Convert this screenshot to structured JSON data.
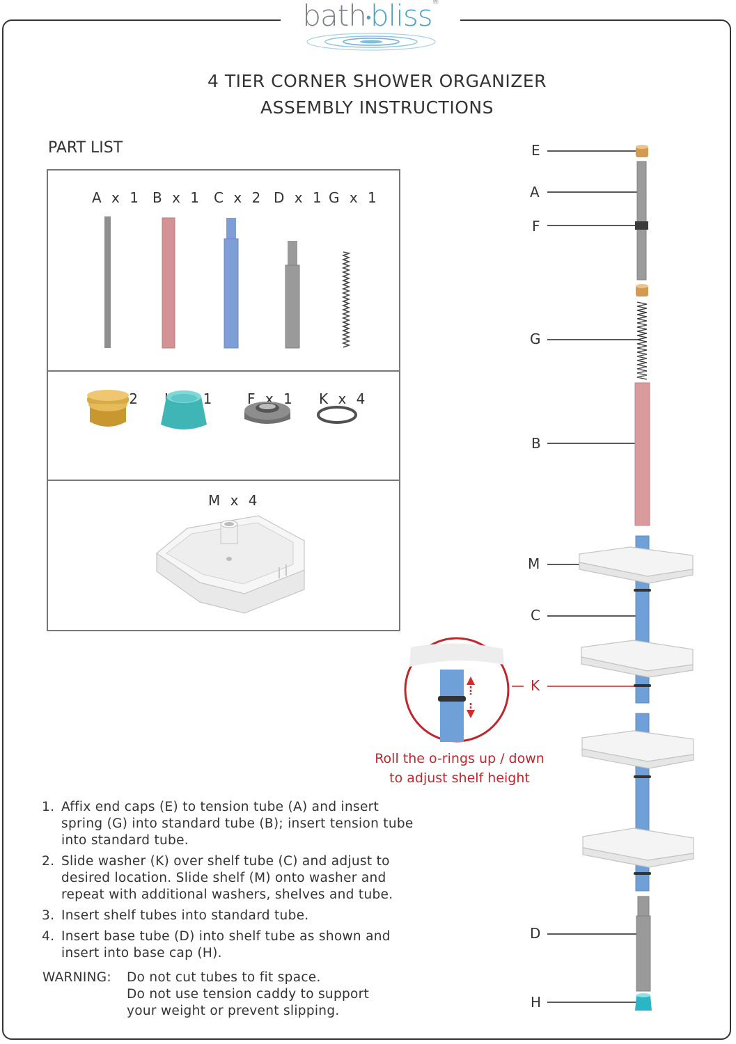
{
  "brand": {
    "part1": "bath",
    "part2": "bliss",
    "mark": "®"
  },
  "header": {
    "title_line1": "4 TIER CORNER SHOWER ORGANIZER",
    "title_line2": "ASSEMBLY INSTRUCTIONS"
  },
  "part_list": {
    "heading": "PART LIST",
    "row1": [
      "A x 1",
      "B x 1",
      "C x 2",
      "D x 1",
      "G x 1"
    ],
    "row2": [
      "E x 2",
      "H x 1",
      "F x 1",
      "K x 4"
    ],
    "row3": [
      "M x 4"
    ]
  },
  "diagram": {
    "callouts": [
      "E",
      "A",
      "F",
      "G",
      "B",
      "M",
      "C",
      "K",
      "D",
      "H"
    ],
    "note_line1": "Roll the o-rings up / down",
    "note_line2": "to adjust shelf height"
  },
  "colors": {
    "tube_a": "#8e8e8e",
    "tube_b": "#d49294",
    "tube_c": "#7f9ed8",
    "tube_d": "#9a9a9a",
    "cap_e": "#d6a84a",
    "cap_h": "#46bfc0",
    "accent_red": "#c0262d"
  },
  "instructions": {
    "steps": [
      {
        "num": "1.",
        "text": "Affix end caps (E) to tension tube (A) and insert spring (G) into standard tube (B); insert tension tube into standard tube."
      },
      {
        "num": "2.",
        "text": "Slide washer (K) over shelf tube (C) and adjust to desired location. Slide shelf (M) onto washer and repeat with additional washers, shelves and tube."
      },
      {
        "num": "3.",
        "text": "Insert shelf tubes into standard tube."
      },
      {
        "num": "4.",
        "text": "Insert base tube (D) into shelf tube as shown and insert into base cap (H)."
      }
    ],
    "warning_label": "WARNING:",
    "warning_line1": "Do not cut tubes to fit space.",
    "warning_line2": "Do not use tension caddy to support your weight or prevent slipping."
  }
}
